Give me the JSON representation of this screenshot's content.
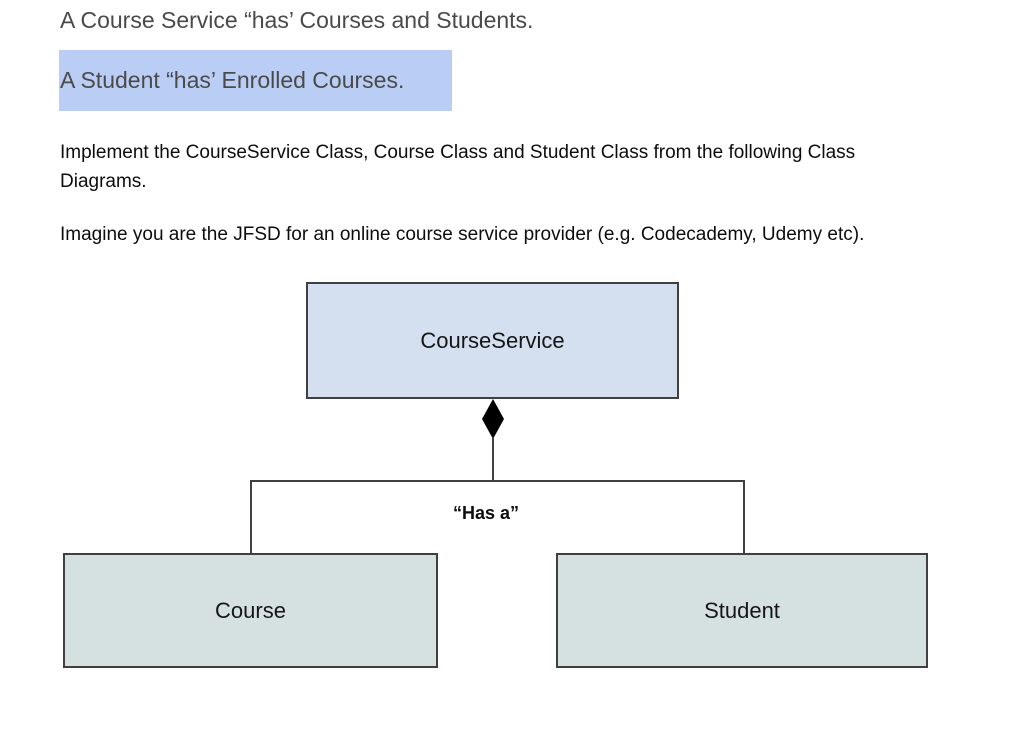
{
  "doc": {
    "heading_primary": "A Course Service “has’ Courses and Students.",
    "heading_highlighted": "A Student “has’ Enrolled Courses.",
    "paragraph_implement": "Implement the CourseService Class, Course Class and Student Class from the following Class\nDiagrams.",
    "paragraph_imagine": "Imagine you are the JFSD for an online course service provider (e.g. Codecademy, Udemy etc)."
  },
  "diagram": {
    "parent_class": "CourseService",
    "relationship_label": "“Has a”",
    "relationship_type": "composition-diamond",
    "child_classes": [
      "Course",
      "Student"
    ],
    "colors": {
      "parent_box_fill": "#d4e0ef",
      "child_box_fill": "#d5e0e1",
      "box_border": "#404040",
      "text_highlight": "#bacdf4"
    }
  }
}
